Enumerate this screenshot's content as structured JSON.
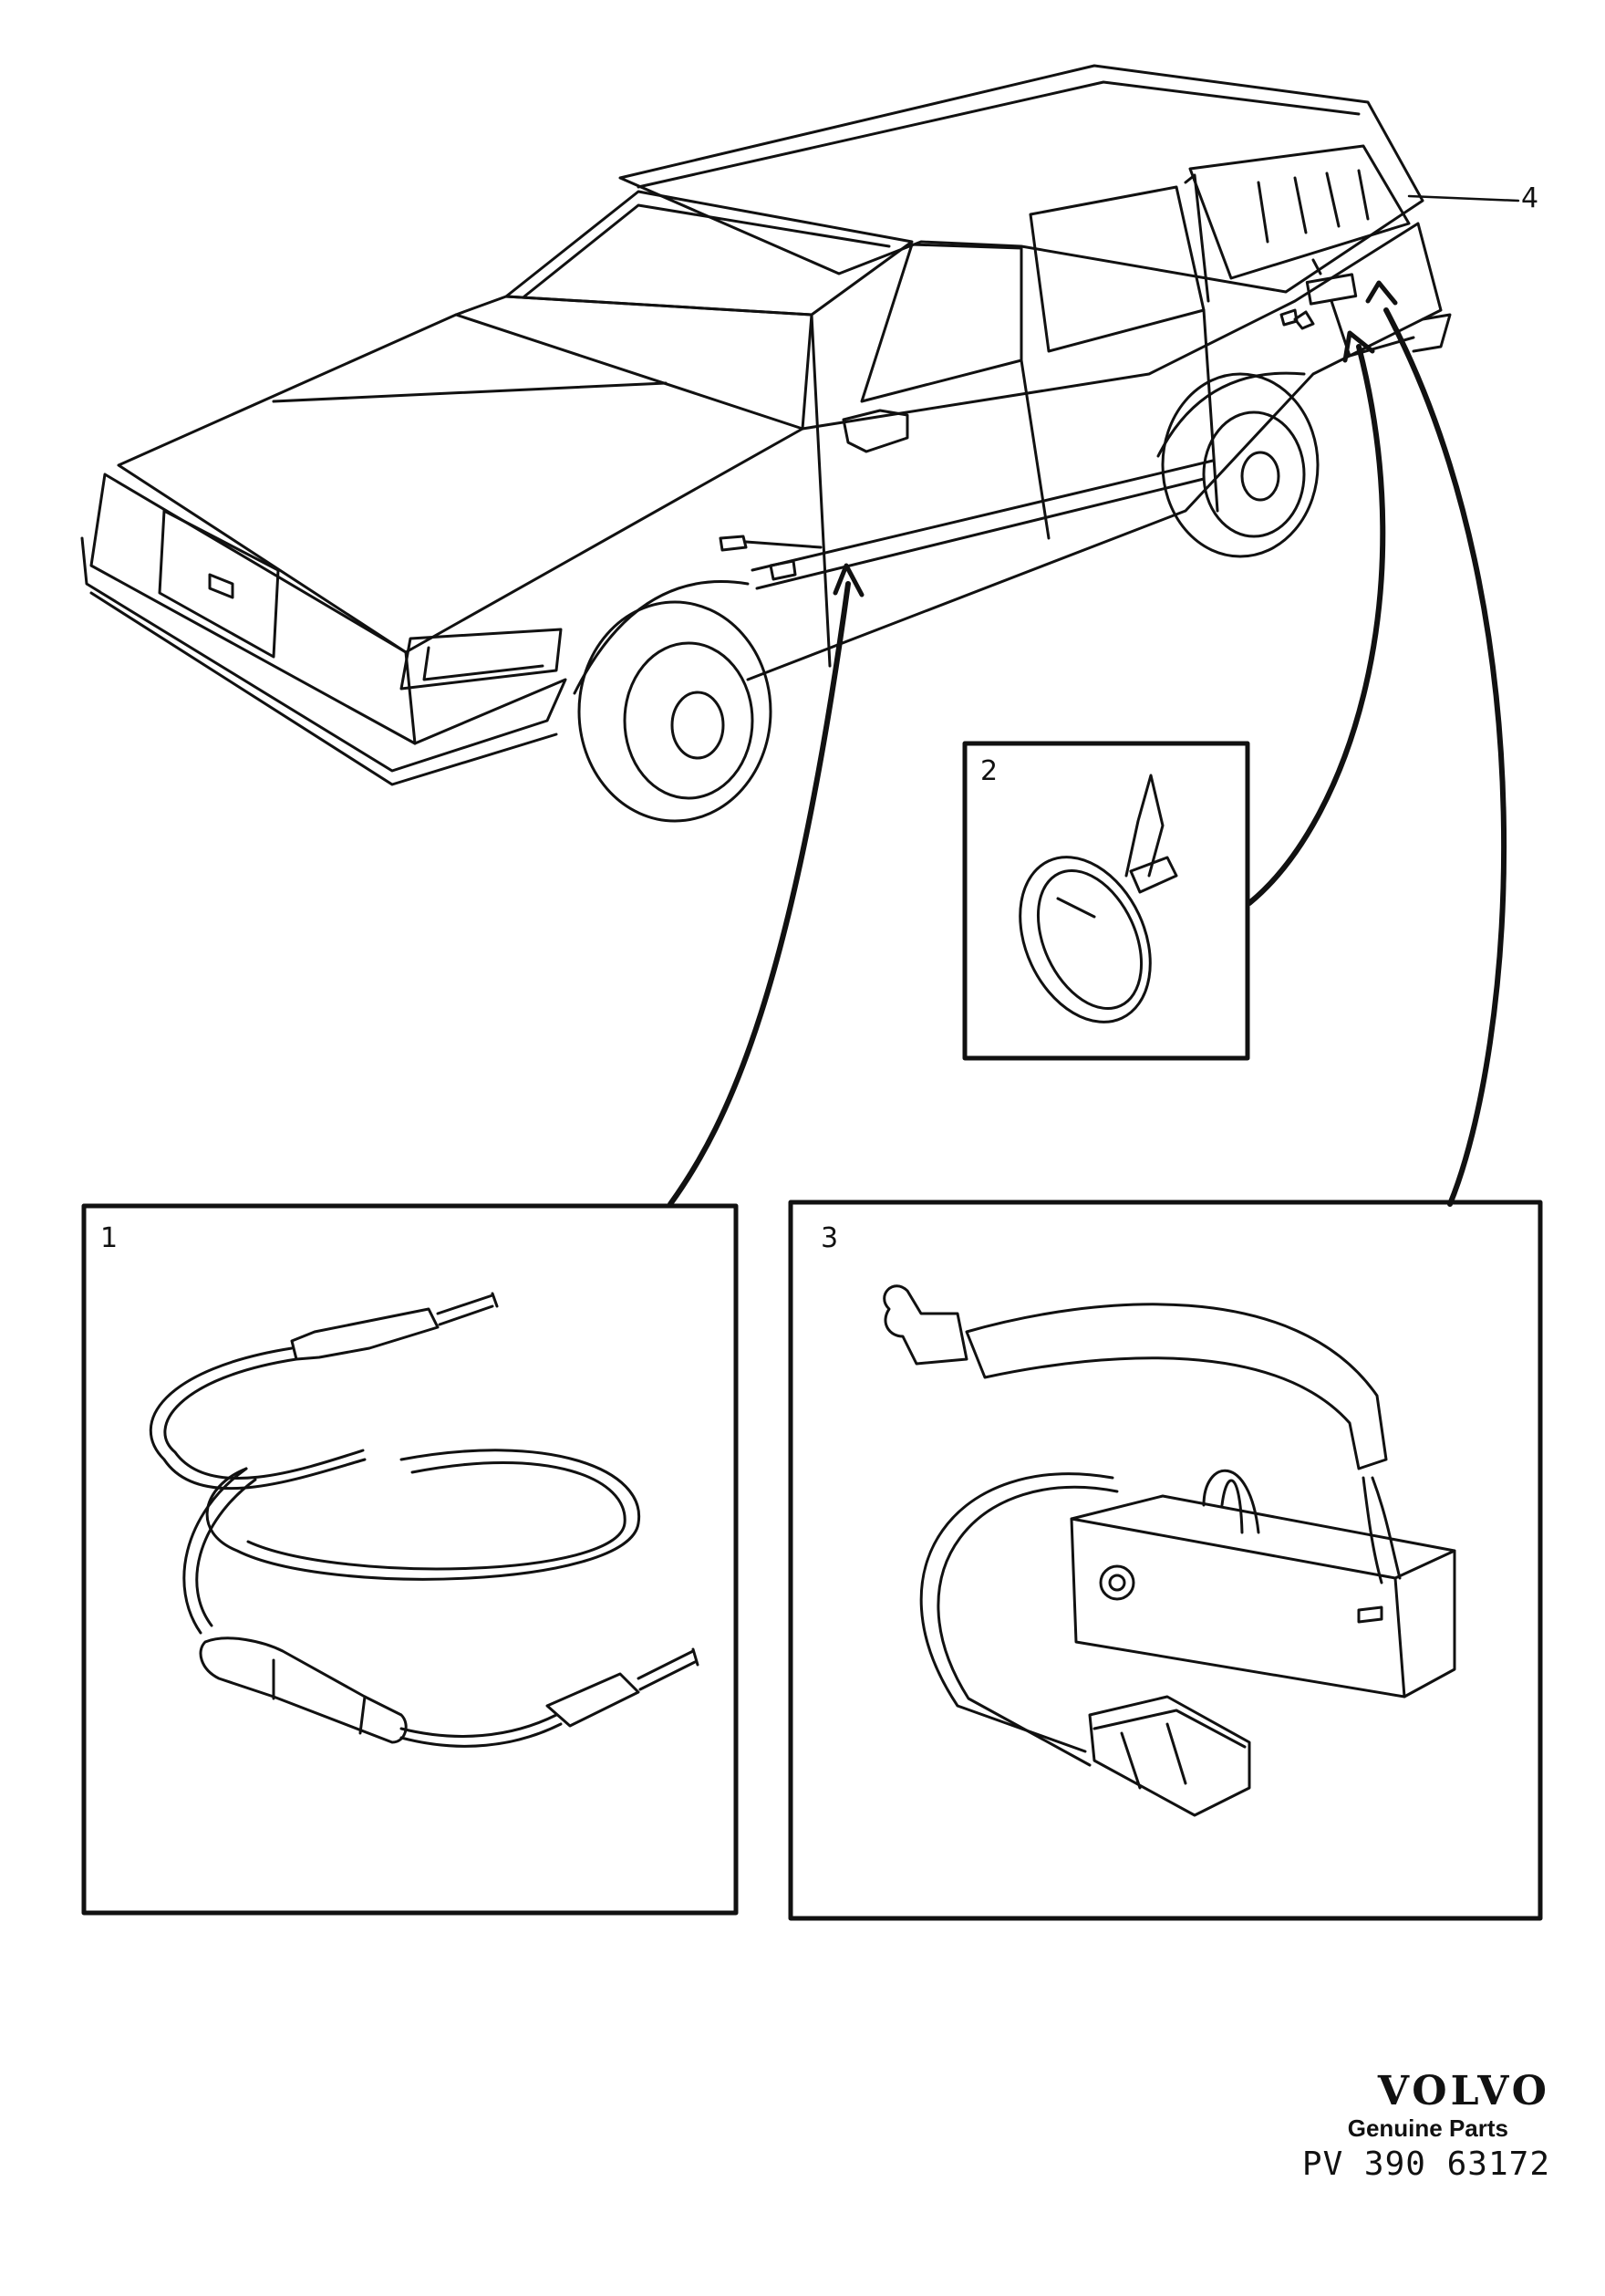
{
  "diagram": {
    "callouts": {
      "item1": "1",
      "item2": "2",
      "item3": "3",
      "item4": "4"
    }
  },
  "footer": {
    "brand": "VOLVO",
    "subtitle": "Genuine Parts",
    "code": "PV  390  63172"
  }
}
